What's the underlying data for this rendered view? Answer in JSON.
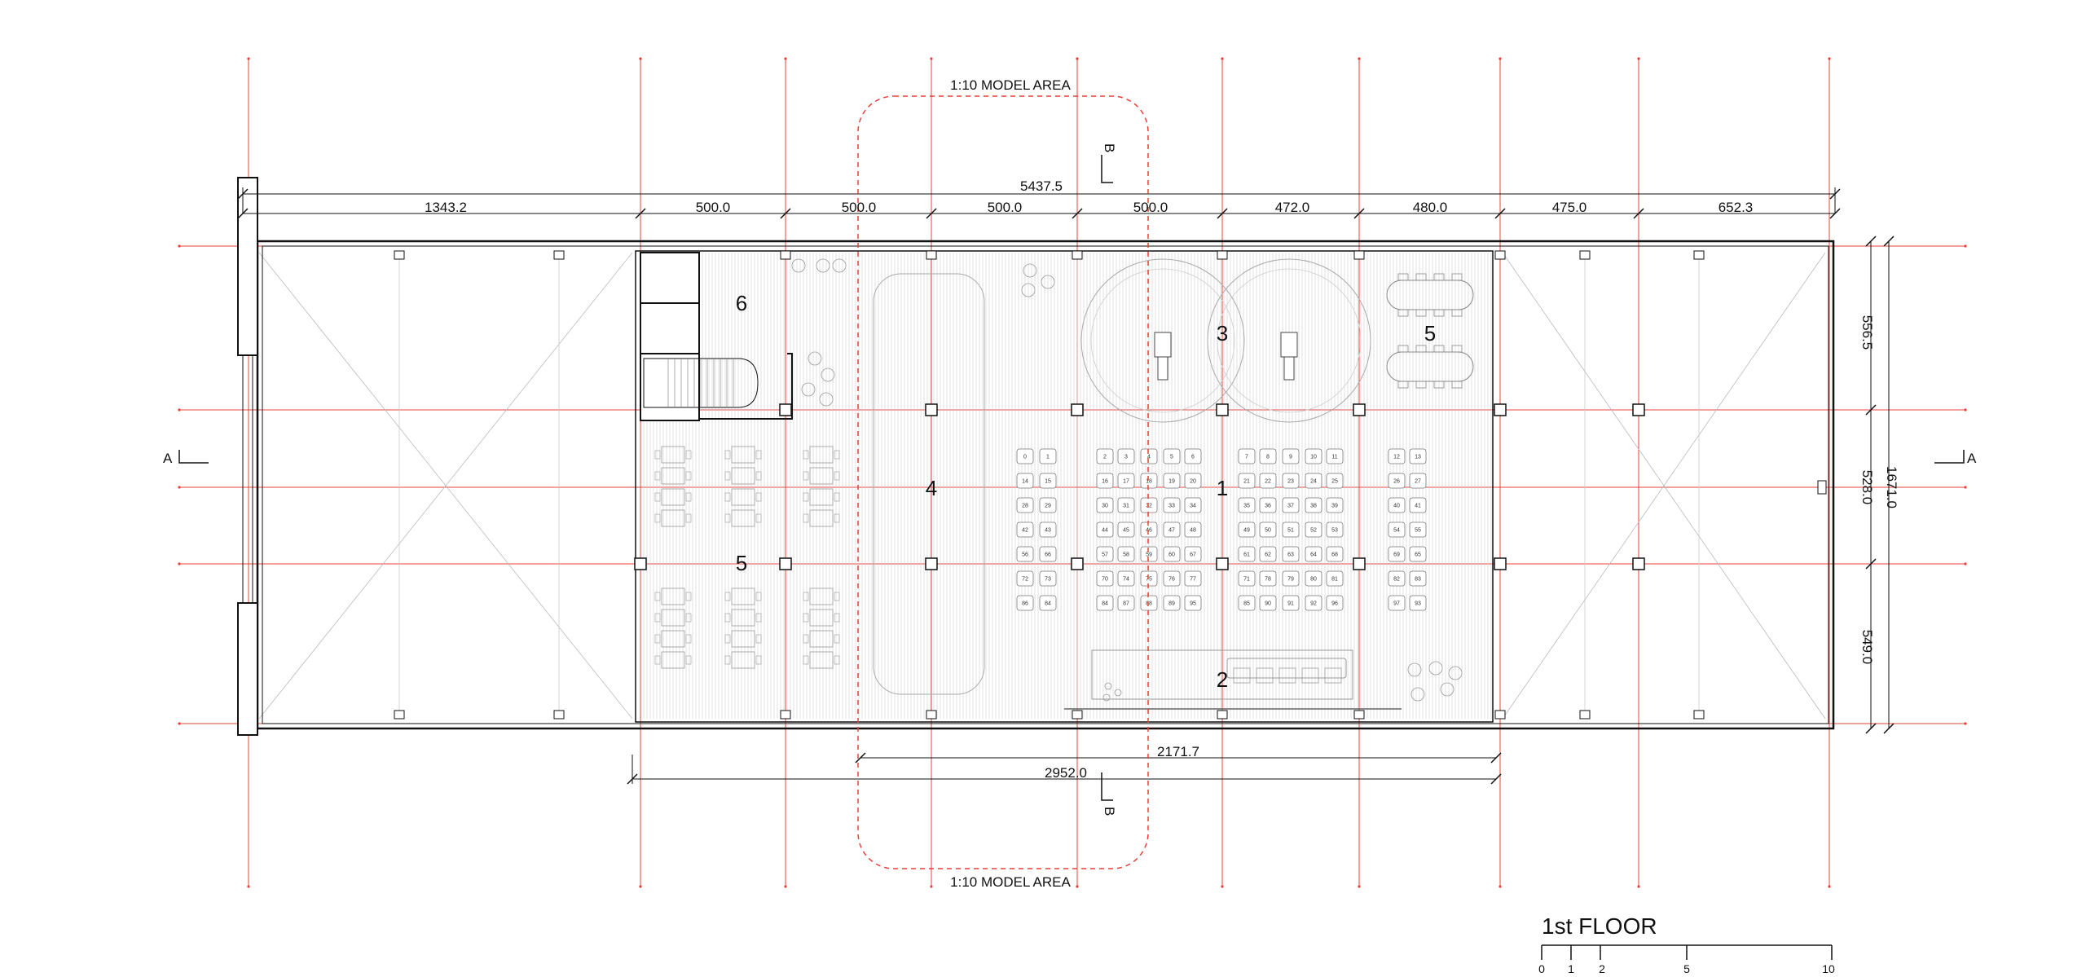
{
  "model_area_label": "1:10 MODEL AREA",
  "section_a": "A",
  "section_b": "B",
  "overall_width": "5437.5",
  "bay_dims": [
    "1343.2",
    "500.0",
    "500.0",
    "500.0",
    "500.0",
    "472.0",
    "480.0",
    "475.0",
    "652.3"
  ],
  "vertical_dims": [
    "556.5",
    "528.0",
    "549.0"
  ],
  "overall_depth": "1671.0",
  "bottom_dims": [
    "2171.7",
    "2952.0"
  ],
  "rooms": [
    "1",
    "2",
    "3",
    "4",
    "5",
    "5",
    "6"
  ],
  "title": "1st FLOOR",
  "scale_labels": [
    "0",
    "1",
    "2",
    "5",
    "10"
  ],
  "seat_numbers": [
    [
      "0",
      "1",
      "",
      "2",
      "3",
      "4",
      "5",
      "6",
      "",
      "7",
      "8",
      "9",
      "10",
      "11",
      "",
      "12",
      "13"
    ],
    [
      "14",
      "15",
      "",
      "16",
      "17",
      "18",
      "19",
      "20",
      "",
      "21",
      "22",
      "23",
      "24",
      "25",
      "",
      "26",
      "27"
    ],
    [
      "28",
      "29",
      "",
      "30",
      "31",
      "32",
      "33",
      "34",
      "",
      "35",
      "36",
      "37",
      "38",
      "39",
      "",
      "40",
      "41"
    ],
    [
      "42",
      "43",
      "",
      "44",
      "45",
      "46",
      "47",
      "48",
      "",
      "49",
      "50",
      "51",
      "52",
      "53",
      "",
      "54",
      "55"
    ],
    [
      "56",
      "66",
      "",
      "57",
      "58",
      "59",
      "60",
      "67",
      "",
      "61",
      "62",
      "63",
      "64",
      "68",
      "",
      "69",
      "65"
    ],
    [
      "72",
      "73",
      "",
      "70",
      "74",
      "75",
      "76",
      "77",
      "",
      "71",
      "78",
      "79",
      "80",
      "81",
      "",
      "82",
      "83"
    ],
    [
      "86",
      "84",
      "",
      "84",
      "87",
      "88",
      "89",
      "95",
      "",
      "85",
      "90",
      "91",
      "92",
      "96",
      "",
      "97",
      "93"
    ]
  ],
  "colors": {
    "grid": "#e8403a",
    "ink": "#111111",
    "hatch": "#cfcfcf"
  }
}
